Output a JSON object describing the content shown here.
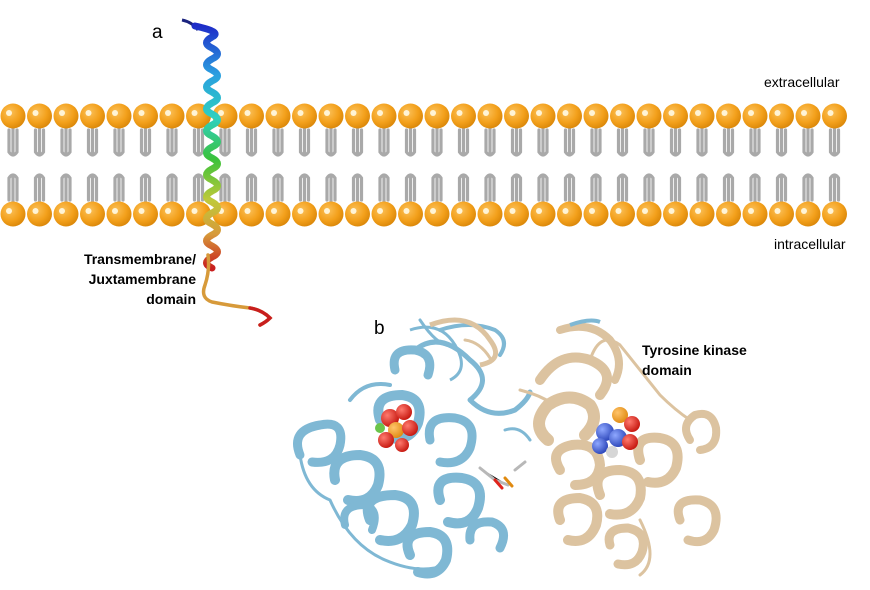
{
  "panels": {
    "a": {
      "letter": "a",
      "membrane_side_top": "extracellular",
      "membrane_side_bottom": "intracellular",
      "domain_label_lines": [
        "Transmembrane/",
        "Juxtamembrane",
        "domain"
      ]
    },
    "b": {
      "letter": "b",
      "domain_label_lines": [
        "Tyrosine kinase",
        "domain"
      ]
    }
  },
  "colors": {
    "lipid_head": "#F3A01B",
    "lipid_tail": "#A9A9A9",
    "kinase_blue": "#7FB8D4",
    "kinase_tan": "#DCC3A0",
    "helix_gradient": [
      "#1E2DC8",
      "#2A9FE0",
      "#2FD0C0",
      "#3BC23B",
      "#C0C93A",
      "#D79A3A",
      "#C81E1E"
    ],
    "ligand_red": "#E0241B",
    "ligand_blue": "#3F5FD8"
  },
  "icons": {
    "membrane": "lipid-bilayer-icon",
    "helix": "alpha-helix-ribbon-icon",
    "kinase": "protein-ribbon-dimer-icon"
  }
}
